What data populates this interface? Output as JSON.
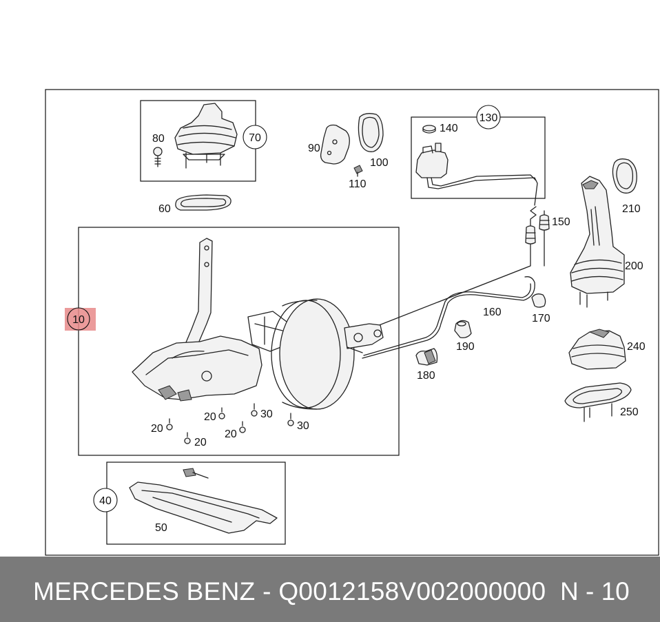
{
  "diagram": {
    "callouts": {
      "c10": "10",
      "c20a": "20",
      "c20b": "20",
      "c20c": "20",
      "c20d": "20",
      "c30a": "30",
      "c30b": "30",
      "c40": "40",
      "c50": "50",
      "c60": "60",
      "c70": "70",
      "c80": "80",
      "c90": "90",
      "c100": "100",
      "c110": "110",
      "c130": "130",
      "c140": "140",
      "c150": "150",
      "c160": "160",
      "c170": "170",
      "c180": "180",
      "c190": "190",
      "c200": "200",
      "c210": "210",
      "c240": "240",
      "c250": "250"
    },
    "highlight_color": "#e88a8a"
  },
  "footer": {
    "title": "MERCEDES BENZ - Q0012158V002000000",
    "page": "N - 10",
    "background": "#7a7a7a"
  }
}
